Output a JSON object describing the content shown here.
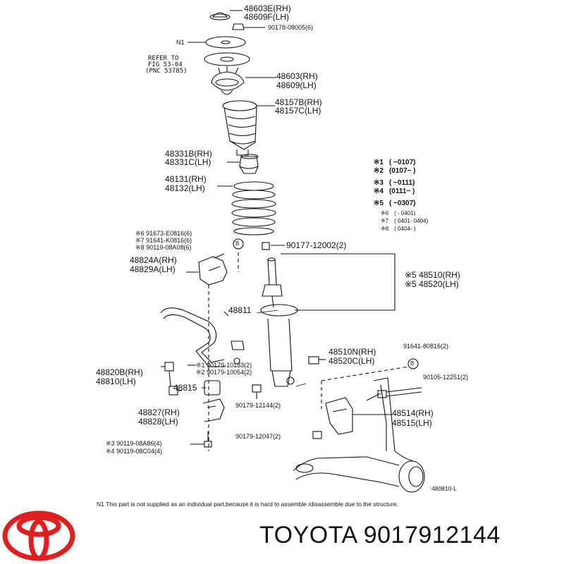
{
  "labels": {
    "p48603E": "48603E(RH)",
    "p48609F": "48609F(LH)",
    "p90178": "90178-08005(6)",
    "n1": "N1",
    "refer_line1": "REFER TO",
    "refer_line2": "FIG 53-04",
    "refer_line3": "(PNC 53785)",
    "p48603": "48603(RH)",
    "p48609": "48609(LH)",
    "p48157B": "48157B(RH)",
    "p48157C": "48157C(LH)",
    "p48331B": "48331B(RH)",
    "p48331C": "48331C(LH)",
    "p48131": "48131(RH)",
    "p48132": "48132(LH)",
    "p91673": "91673-E0816(6)",
    "p91641K": "91641-K0816(6)",
    "p90119_08A08": "90119-08A08(6)",
    "p48824A": "48824A(RH)",
    "p48829A": "48829A(LH)",
    "p90177": "90177-12002(2)",
    "p48510": "48510(RH)",
    "p48520": "48520(LH)",
    "p48811": "48811",
    "p48510N": "48510N(RH)",
    "p48520C": "48520C(LH)",
    "p91641_80816": "91641-80816(2)",
    "p48820B": "48820B(RH)",
    "p48810": "48810(LH)",
    "p90179_10183": "90179-10183(2)",
    "p90179_10054": "90179-10054(2)",
    "p90105": "90105-12251(2)",
    "p48815": "48815",
    "p90179_12144": "90179-12144(2)",
    "p48514": "48514(RH)",
    "p48515": "48515(LH)",
    "p48827": "48827(RH)",
    "p48828": "48828(LH)",
    "p90179_12047": "90179-12047(2)",
    "p90119_08A86": "90119-08A86(4)",
    "p90119_08C04": "90119-08C04(4)",
    "diagram_code": "480810-L",
    "callout_b": "B"
  },
  "marks": {
    "m1": "※1",
    "m2": "※2",
    "m3": "※3",
    "m4": "※4",
    "m5": "※5",
    "m6": "※6",
    "m7": "※7",
    "m8": "※8"
  },
  "options": [
    {
      "mark": "※1",
      "range": "(       −0107)"
    },
    {
      "mark": "※2",
      "range": "(0107−        )"
    },
    {
      "mark": "※3",
      "range": "(       −0111)"
    },
    {
      "mark": "※4",
      "range": "(0111−        )"
    },
    {
      "mark": "※5",
      "range": "(       −0307)"
    },
    {
      "mark": "※6",
      "range": "(     - 0401)"
    },
    {
      "mark": "※7",
      "range": "( 0401- 0404)"
    },
    {
      "mark": "※8",
      "range": "( 0404-      )"
    }
  ],
  "footnote": "N1    This part is not supplied as an individual part,because it is hard to assemble /disassemble due to the structure.",
  "brand_text": "TOYOTA 9017912144",
  "logo": {
    "icon": "toyota-logo-icon",
    "color": "#e01e1e"
  }
}
